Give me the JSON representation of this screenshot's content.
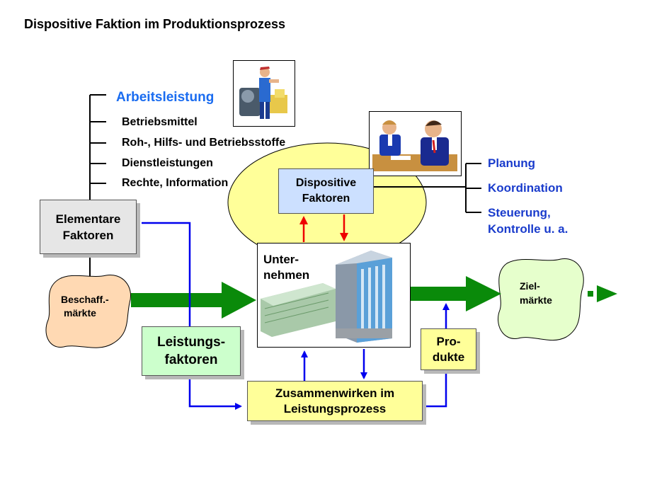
{
  "title": "Dispositive Faktion im Produktionsprozess",
  "elementar": {
    "items": [
      "Arbeitsleistung",
      "Betriebsmittel",
      "Roh-, Hilfs- und Betriebsstoffe",
      "Dienstleistungen",
      "Rechte, Information"
    ],
    "box_line1": "Elementare",
    "box_line2": "Faktoren"
  },
  "dispositiv": {
    "box_line1": "Dispositive",
    "box_line2": "Faktoren",
    "functions": [
      "Planung",
      "Koordination",
      "Steuerung,",
      "Kontrolle u. a."
    ]
  },
  "unternehmen": {
    "line1": "Unter-",
    "line2": "nehmen"
  },
  "beschaffung": {
    "line1": "Beschaff.-",
    "line2": "märkte"
  },
  "ziel": {
    "line1": "Ziel-",
    "line2": "märkte"
  },
  "leistungsfaktoren": {
    "line1": "Leistungs-",
    "line2": "faktoren"
  },
  "zusammenwirken": {
    "line1": "Zusammenwirken im",
    "line2": "Leistungsprozess"
  },
  "produkte": {
    "line1": "Pro-",
    "line2": "dukte"
  },
  "colors": {
    "green_arrow": "#0a8a0a",
    "blue_line": "#0000ee",
    "red_arrow": "#ee0000",
    "ellipse": "#ffff99",
    "dispo_box": "#cce0ff",
    "elementar_box": "#e6e6e6",
    "leistung_box": "#ccffcc",
    "yellow_box": "#ffff99",
    "market_blob": "#ffd9b3",
    "ziel_blob": "#e6ffcc"
  },
  "icons": [
    "worker-clipart-icon",
    "businessmen-clipart-icon",
    "building-clipart-icon"
  ]
}
